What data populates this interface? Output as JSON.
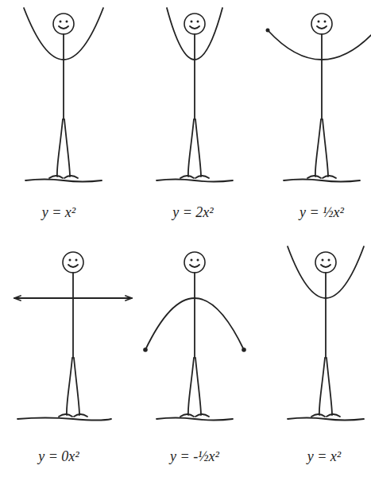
{
  "diagram": {
    "labels": [
      "y = x²",
      "y = 2x²",
      "y = ½x²",
      "y = 0x²",
      "y = -½x²",
      "y = x²"
    ]
  }
}
